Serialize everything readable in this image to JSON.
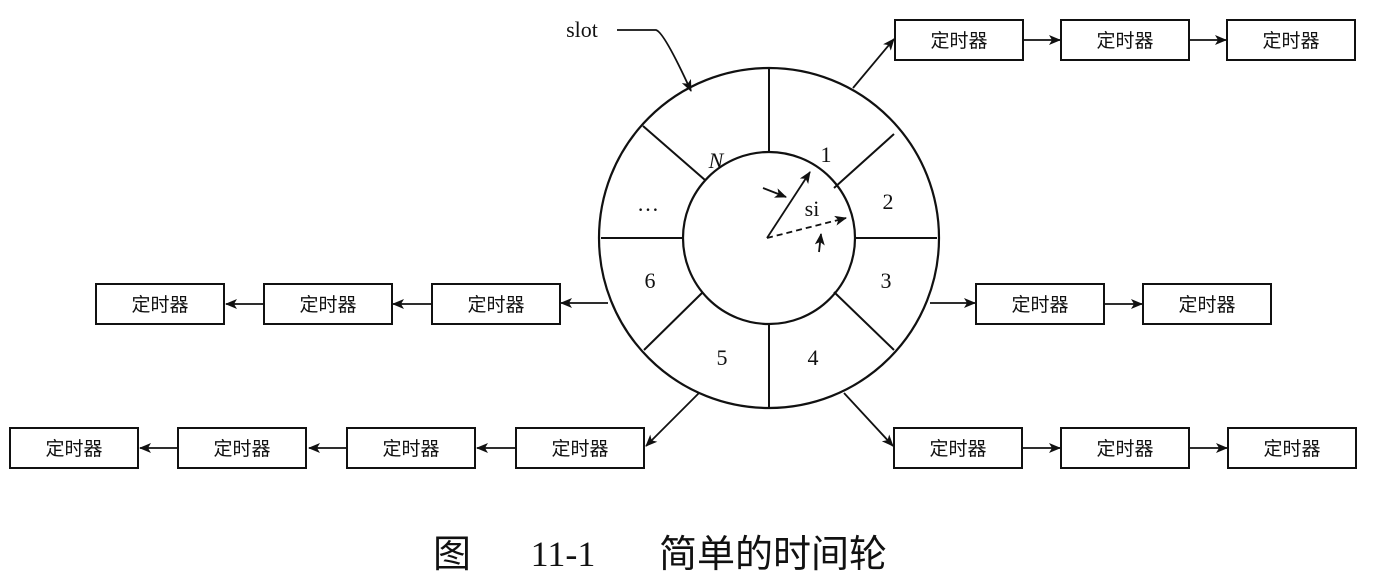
{
  "slot_label": "slot",
  "pointer_label": "si",
  "slots": {
    "n": "N",
    "s1": "1",
    "s2": "2",
    "s3": "3",
    "s4": "4",
    "s5": "5",
    "s6": "6",
    "ellipsis": "…"
  },
  "timer_label": "定时器",
  "lists": {
    "slot1": [
      "定时器",
      "定时器",
      "定时器"
    ],
    "slot3": [
      "定时器",
      "定时器"
    ],
    "slot4": [
      "定时器",
      "定时器",
      "定时器"
    ],
    "slot5": [
      "定时器",
      "定时器",
      "定时器",
      "定时器"
    ],
    "slot6": [
      "定时器",
      "定时器",
      "定时器"
    ]
  },
  "caption": {
    "figure": "图",
    "number": "11-1",
    "title": "简单的时间轮"
  }
}
